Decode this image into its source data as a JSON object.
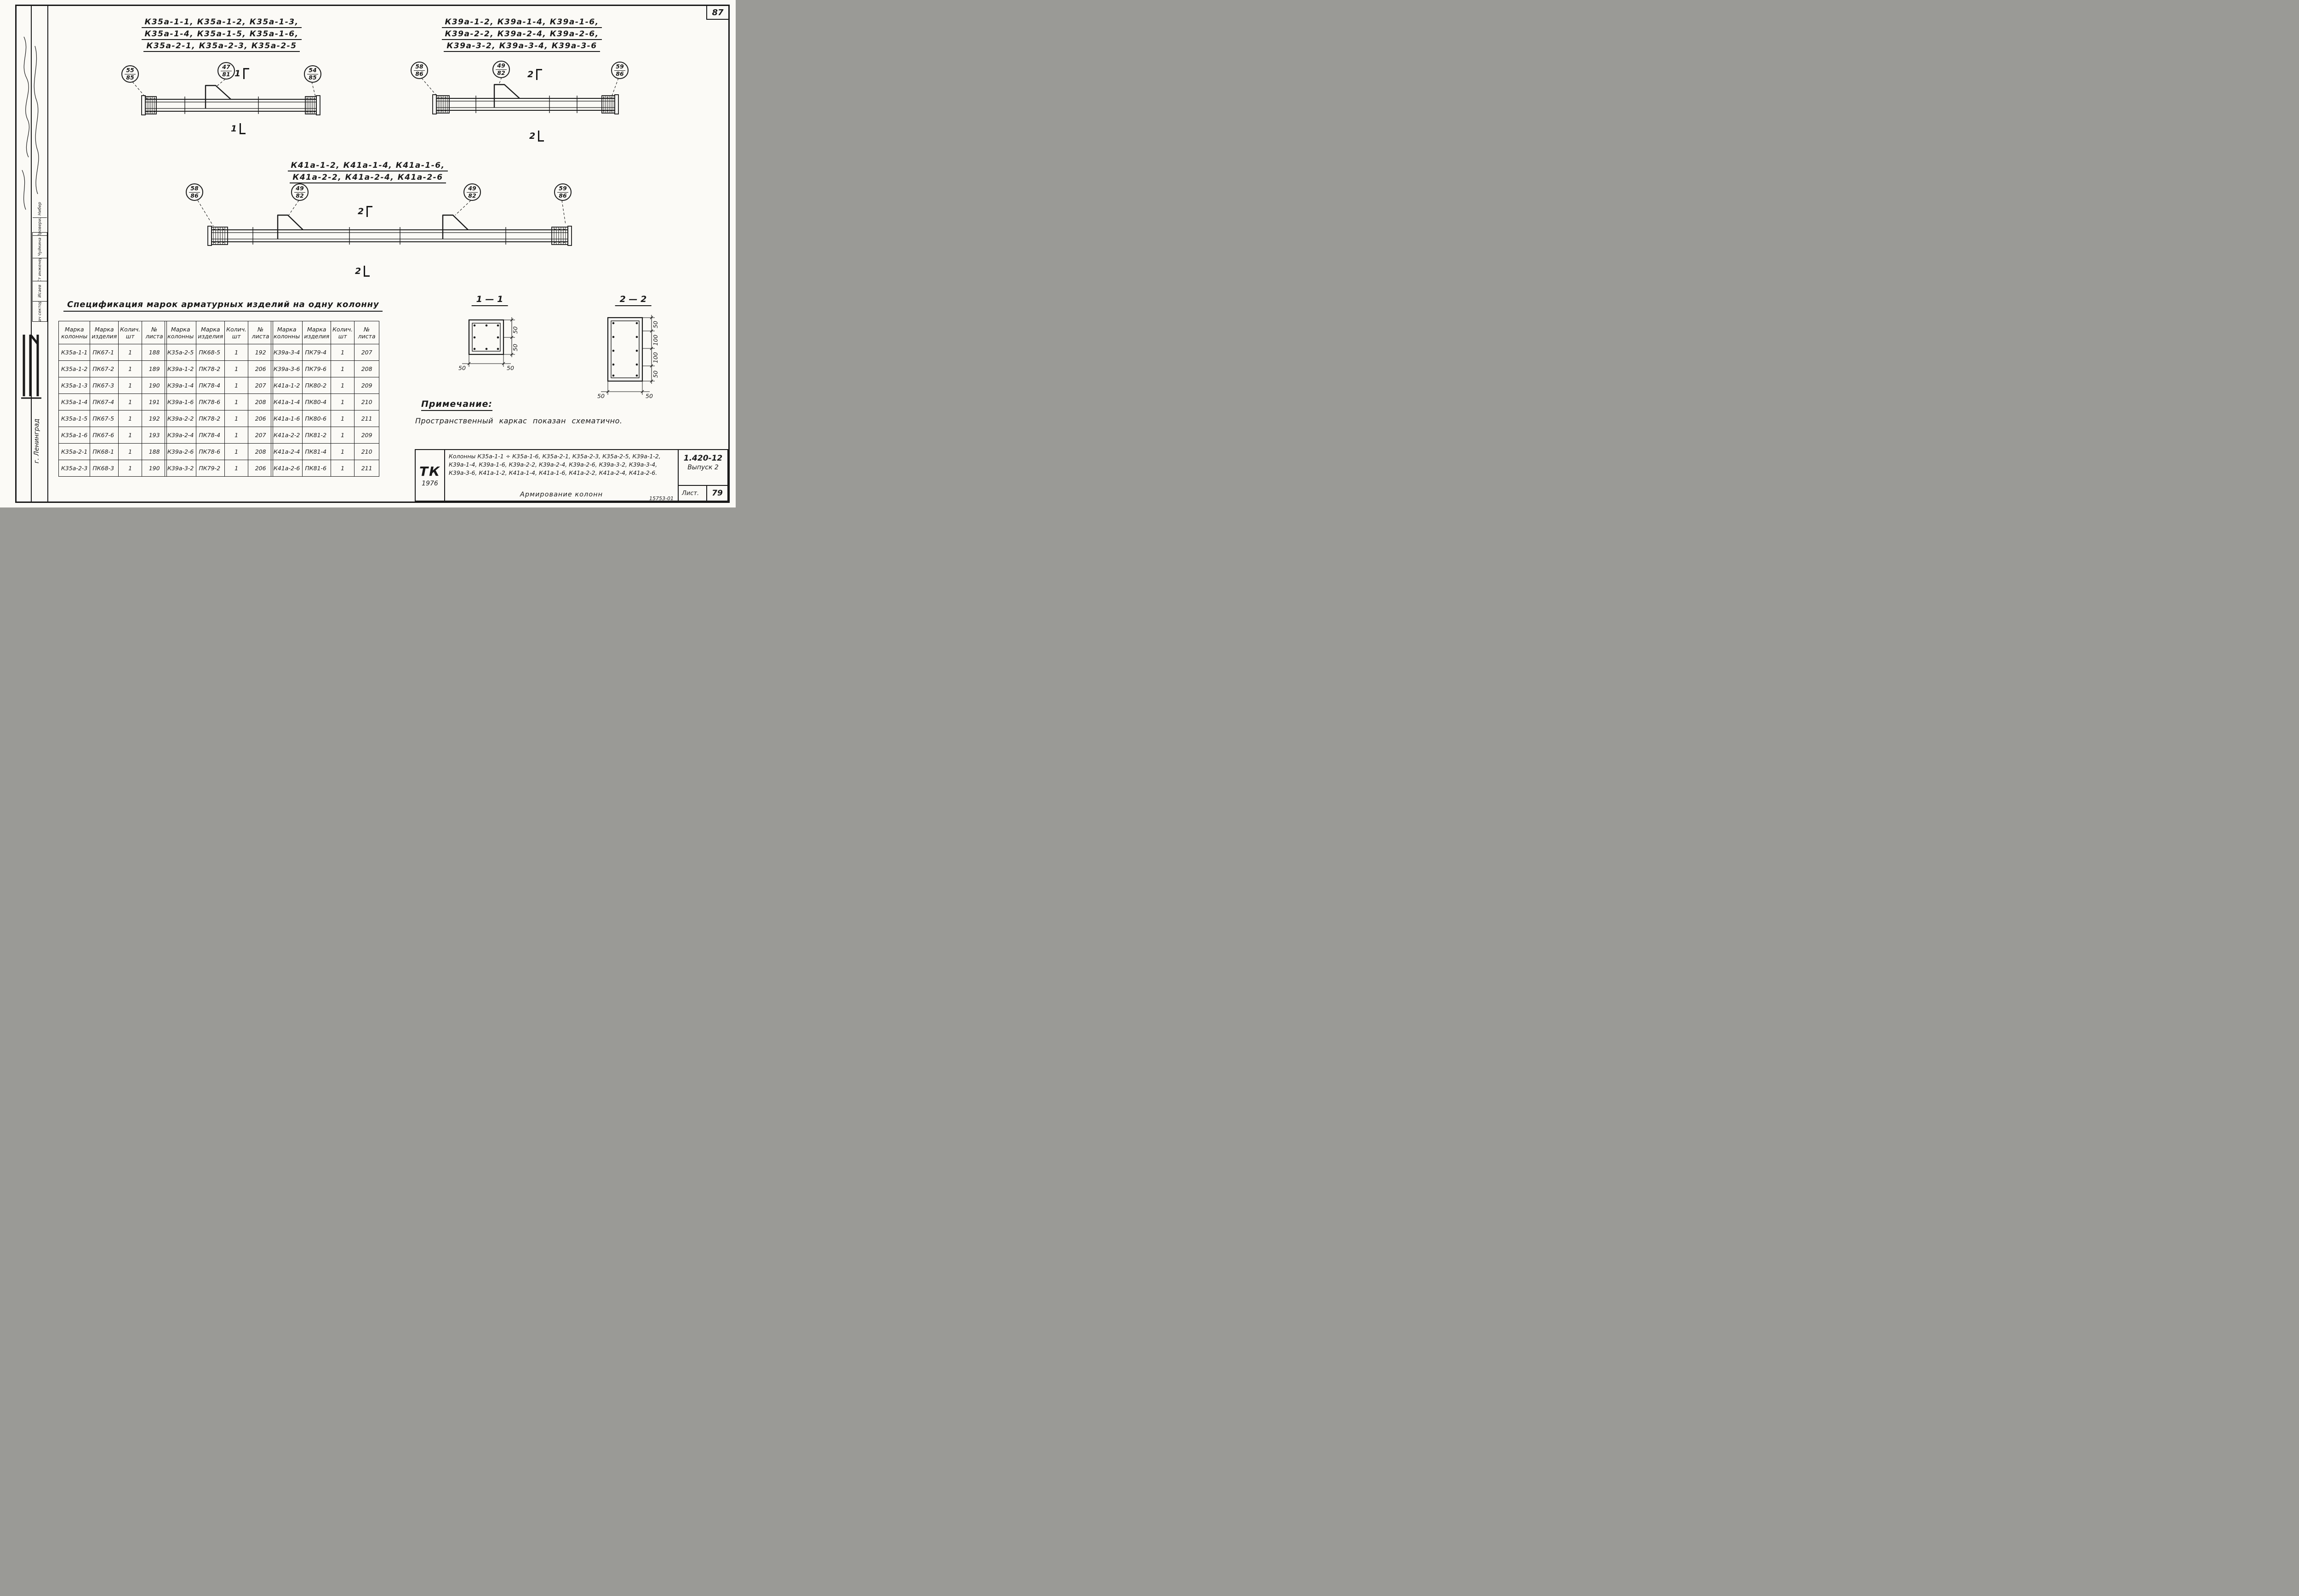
{
  "sheet": {
    "page_number": "87",
    "doc_code": "15753-01",
    "city": "г. Ленинград"
  },
  "stamp": {
    "rows": [
      {
        "role": "Нач сектора",
        "name": "Исаев"
      },
      {
        "role": "Ст инженер",
        "name": "Чуйкина"
      },
      {
        "role": "Проверил",
        "name": "Нибер"
      }
    ]
  },
  "groups": [
    {
      "title_lines": [
        "К35а-1-1,  К35а-1-2,  К35а-1-3,",
        "К35а-1-4,  К35а-1-5,  К35а-1-6,",
        "К35а-2-1,  К35а-2-3,  К35а-2-5"
      ],
      "callouts": [
        {
          "num": "55",
          "den": "85"
        },
        {
          "num": "47",
          "den": "81"
        },
        {
          "num": "54",
          "den": "85"
        }
      ],
      "section_mark": "1"
    },
    {
      "title_lines": [
        "К39а-1-2, К39а-1-4, К39а-1-6,",
        "К39а-2-2, К39а-2-4, К39а-2-6,",
        "К39а-3-2, К39а-3-4, К39а-3-6"
      ],
      "callouts": [
        {
          "num": "58",
          "den": "86"
        },
        {
          "num": "49",
          "den": "82"
        },
        {
          "num": "59",
          "den": "86"
        }
      ],
      "section_mark": "2"
    },
    {
      "title_lines": [
        "К41а-1-2, К41а-1-4, К41а-1-6,",
        "К41а-2-2, К41а-2-4, К41а-2-6"
      ],
      "callouts": [
        {
          "num": "58",
          "den": "86"
        },
        {
          "num": "49",
          "den": "82"
        },
        {
          "num": "49",
          "den": "82"
        },
        {
          "num": "59",
          "den": "86"
        }
      ],
      "section_mark": "2"
    }
  ],
  "spec": {
    "title": "Спецификация марок арматурных изделий на одну колонну",
    "headers": [
      "Марка\nколонны",
      "Марка\nизделия",
      "Колич.\nшт",
      "№\nлиста"
    ],
    "tables": [
      [
        [
          "К35а-1-1",
          "ПК67-1",
          "1",
          "188"
        ],
        [
          "К35а-1-2",
          "ПК67-2",
          "1",
          "189"
        ],
        [
          "К35а-1-3",
          "ПК67-3",
          "1",
          "190"
        ],
        [
          "К35а-1-4",
          "ПК67-4",
          "1",
          "191"
        ],
        [
          "К35а-1-5",
          "ПК67-5",
          "1",
          "192"
        ],
        [
          "К35а-1-6",
          "ПК67-6",
          "1",
          "193"
        ],
        [
          "К35а-2-1",
          "ПК68-1",
          "1",
          "188"
        ],
        [
          "К35а-2-3",
          "ПК68-3",
          "1",
          "190"
        ]
      ],
      [
        [
          "К35а-2-5",
          "ПК68-5",
          "1",
          "192"
        ],
        [
          "К39а-1-2",
          "ПК78-2",
          "1",
          "206"
        ],
        [
          "К39а-1-4",
          "ПК78-4",
          "1",
          "207"
        ],
        [
          "К39а-1-6",
          "ПК78-6",
          "1",
          "208"
        ],
        [
          "К39а-2-2",
          "ПК78-2",
          "1",
          "206"
        ],
        [
          "К39а-2-4",
          "ПК78-4",
          "1",
          "207"
        ],
        [
          "К39а-2-6",
          "ПК78-6",
          "1",
          "208"
        ],
        [
          "К39а-3-2",
          "ПК79-2",
          "1",
          "206"
        ]
      ],
      [
        [
          "К39а-3-4",
          "ПК79-4",
          "1",
          "207"
        ],
        [
          "К39а-3-6",
          "ПК79-6",
          "1",
          "208"
        ],
        [
          "К41а-1-2",
          "ПК80-2",
          "1",
          "209"
        ],
        [
          "К41а-1-4",
          "ПК80-4",
          "1",
          "210"
        ],
        [
          "К41а-1-6",
          "ПК80-6",
          "1",
          "211"
        ],
        [
          "К41а-2-2",
          "ПК81-2",
          "1",
          "209"
        ],
        [
          "К41а-2-4",
          "ПК81-4",
          "1",
          "210"
        ],
        [
          "К41а-2-6",
          "ПК81-6",
          "1",
          "211"
        ]
      ]
    ]
  },
  "sections": [
    {
      "label": "1 — 1",
      "dims_side": [
        "50",
        "50"
      ],
      "dims_bottom": [
        "50",
        "50"
      ]
    },
    {
      "label": "2 — 2",
      "dims_side": [
        "50",
        "100",
        "100",
        "50"
      ],
      "dims_bottom": [
        "50",
        "50"
      ]
    }
  ],
  "note": {
    "title": "Примечание:",
    "text": "Пространственный  каркас  показан  схематично."
  },
  "titleblock": {
    "org": "ТК",
    "year": "1976",
    "desc_lines": [
      "Колонны К35а-1-1 ÷ К35а-1-6, К35а-2-1, К35а-2-3, К35а-2-5, К39а-1-2,",
      "К39а-1-4, К39а-1-6, К39а-2-2, К39а-2-4, К39а-2-6, К39а-3-2, К39а-3-4,",
      "К39а-3-6, К41а-1-2, К41а-1-4, К41а-1-6, К41а-2-2, К41а-2-4, К41а-2-6."
    ],
    "subtitle": "Армирование колонн",
    "series": "1.420-12",
    "issue": "Выпуск 2",
    "sheet_label": "Лист.",
    "sheet_number": "79"
  }
}
